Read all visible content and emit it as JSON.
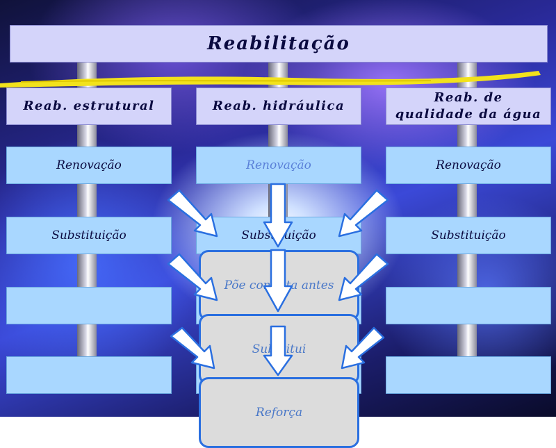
{
  "title": "Reabilitação",
  "columns": [
    {
      "header": "Reab. estrutural",
      "cells": [
        "Renovação",
        "Substituição",
        "",
        ""
      ]
    },
    {
      "header": "Reab. hidráulica",
      "cells": [
        "Renovação",
        "Substituição",
        "",
        ""
      ]
    },
    {
      "header_line1": "Reab. de",
      "header_line2": "qualidade da água",
      "cells": [
        "Renovação",
        "Substituição",
        "",
        ""
      ]
    }
  ],
  "stages": [
    "Põe conduta antes",
    "Substitui",
    "Reforça"
  ],
  "colors": {
    "title_box": "#d4d4fa",
    "cell_box": "#a9d7ff",
    "stage_box": "#dcdcdc",
    "stage_border": "#2a6fe0",
    "highlight_stroke": "#f2e21c"
  }
}
